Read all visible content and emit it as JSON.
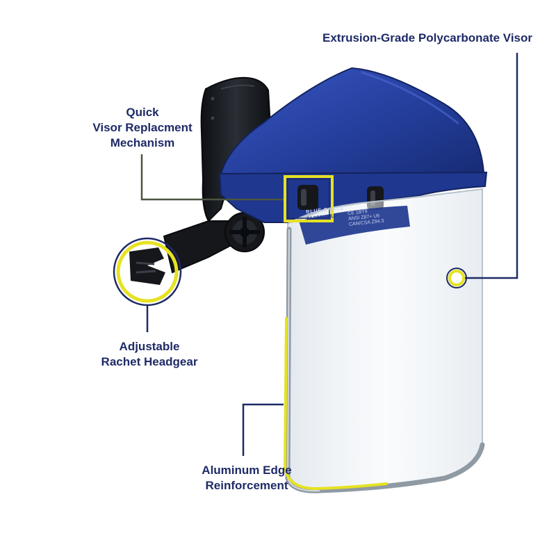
{
  "callouts": {
    "visor": {
      "lines": [
        "Extrusion-Grade Polycarbonate Visor"
      ]
    },
    "quick_replace": {
      "lines": [
        "Quick",
        "Visor Replacment",
        "Mechanism"
      ]
    },
    "ratchet": {
      "lines": [
        "Adjustable",
        "Rachet Headgear"
      ]
    },
    "edge": {
      "lines": [
        "Aluminum Edge",
        "Reinforcement"
      ]
    }
  },
  "visor_print": {
    "brand": "BLUE EAGLE",
    "model": "FACESHIELD",
    "standards": [
      "CE 1BT9",
      "ANSI Z87+ U6",
      "CAN/CSA Z94.3"
    ]
  },
  "colors": {
    "label_text": "#1e2a66",
    "leader_dark": "#1e2a66",
    "leader_olive": "#4a5540",
    "highlight": "#e6e222",
    "helmet_blue": "#233d9a",
    "headgear_black": "#15171b"
  }
}
